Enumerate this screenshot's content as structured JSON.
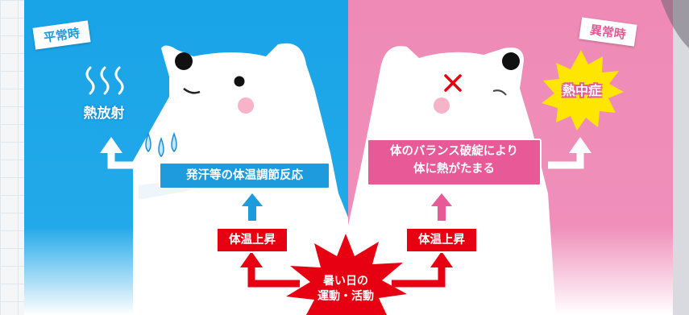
{
  "normal": {
    "tag": "平常時",
    "heat_radiation": "熱放射",
    "response": "発汗等の体温調節反応",
    "temp_rise": "体温上昇"
  },
  "abnormal": {
    "tag": "異常時",
    "heatstroke": "熱中症",
    "imbalance_line1": "体のバランス破綻により",
    "imbalance_line2": "体に熱がたまる",
    "temp_rise": "体温上昇"
  },
  "cause": {
    "line1": "暑い日の",
    "line2": "運動・活動"
  },
  "colors": {
    "normal_bg": "#1aa3e6",
    "abnormal_bg": "#ee8bb6",
    "normal_box": "#1e9bdc",
    "abnormal_box": "#e75a97",
    "red": "#e60012",
    "yellow": "#ffe600",
    "bear": "#ffffff",
    "cheek": "#f7b4c8"
  },
  "icons": [
    "heat-wave-icon",
    "sweat-drops-icon",
    "arrow-up-icon",
    "cross-eye-icon",
    "explosion-icon",
    "starburst-icon"
  ]
}
